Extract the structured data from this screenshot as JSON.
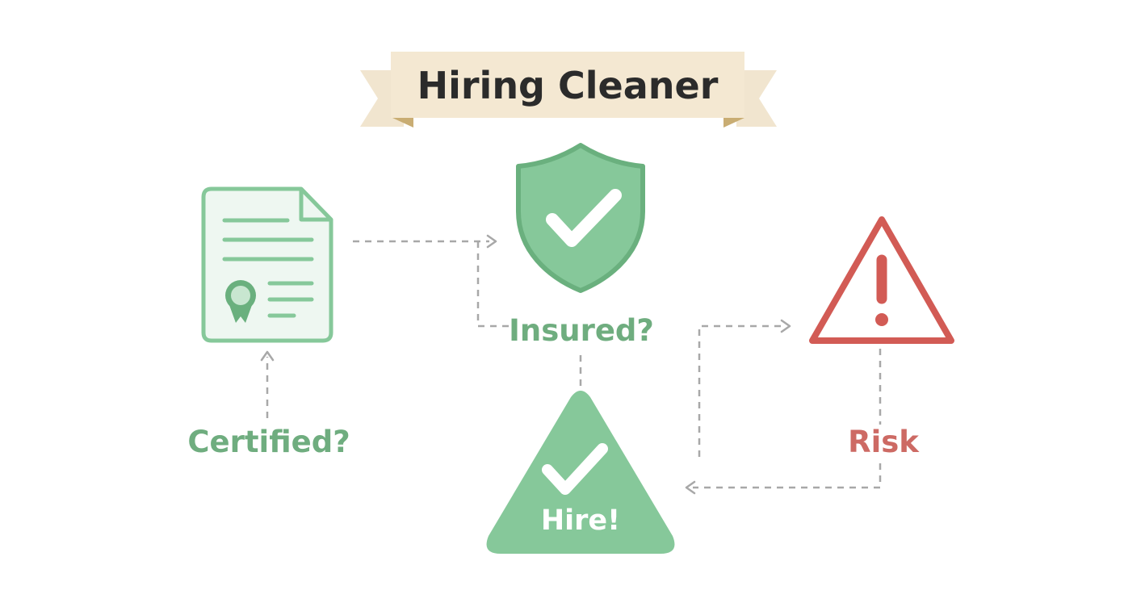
{
  "banner": {
    "title": "Hiring Cleaner"
  },
  "nodes": {
    "certified": {
      "label": "Certified?",
      "icon": "certificate-document-icon"
    },
    "insured": {
      "label": "Insured?",
      "icon": "shield-check-icon"
    },
    "risk": {
      "label": "Risk",
      "icon": "warning-triangle-icon"
    },
    "hire": {
      "label": "Hire!",
      "icon": "check-triangle-icon"
    }
  },
  "colors": {
    "green": "#86c89a",
    "green_dark": "#6ab07e",
    "green_text": "#6fad7f",
    "red": "#d25b55",
    "red_text": "#cd6a64",
    "banner_bg": "#f4e8d2",
    "banner_fold": "#c9ad73",
    "connector": "#a8a8a8"
  }
}
